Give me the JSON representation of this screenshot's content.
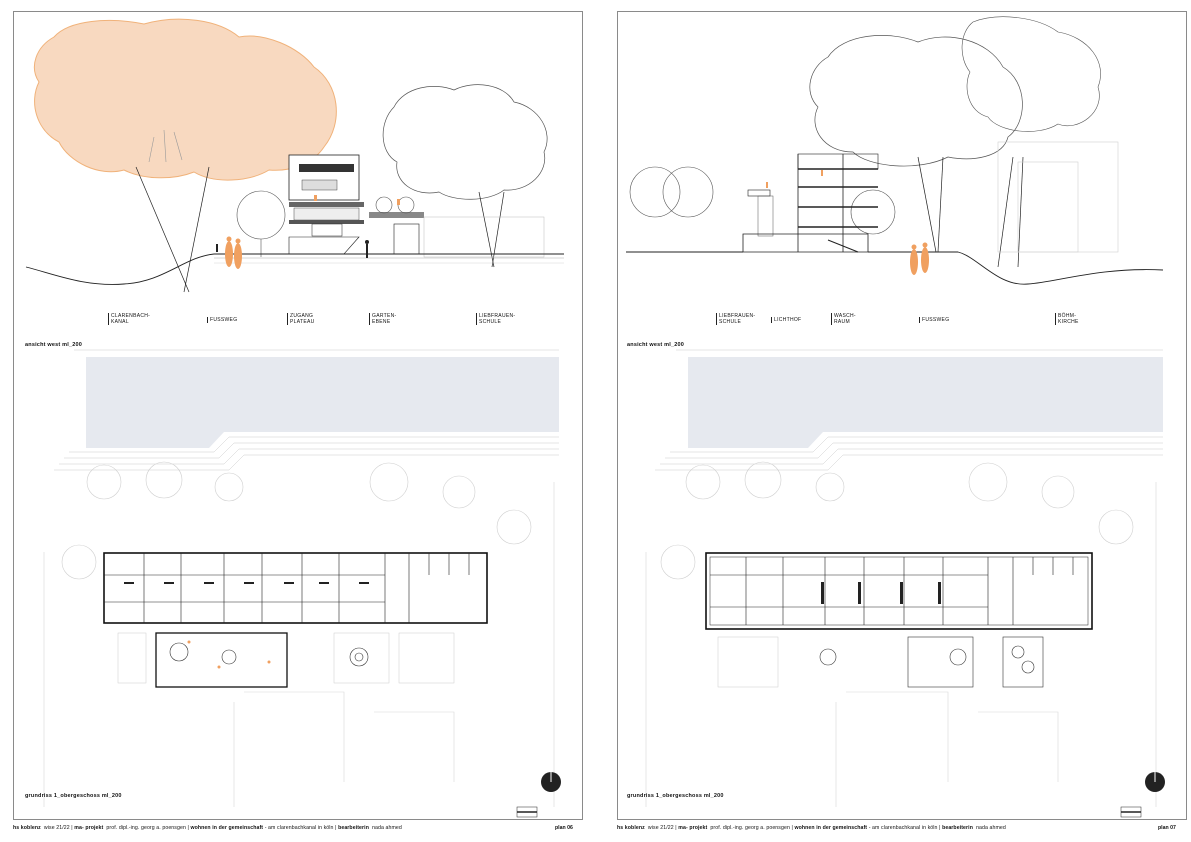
{
  "colors": {
    "accent": "#f0b27a",
    "accent_fill": "#f8d9c0",
    "water": "#e6e9ef",
    "line": "#222222",
    "faint": "#c8c8c8"
  },
  "sheets": [
    {
      "labels": [
        "CLARENBACH-\nKANAL",
        "FUSSWEG",
        "ZUGANG\nPLATEAU",
        "GARTEN-\nEBENE",
        "LIEBFRAUEN-\nSCHULE"
      ],
      "section_caption": "ansicht west ml_200",
      "plan_caption": "grundriss 1_obergeschoss ml_200",
      "plan_number": "plan 06"
    },
    {
      "labels": [
        "LIEBFRAUEN-\nSCHULE",
        "LICHTHOF",
        "WASCH-\nRAUM",
        "FUSSWEG",
        "BÖHM-\nKIRCHE"
      ],
      "section_caption": "ansicht west ml_200",
      "plan_caption": "grundriss 1_obergeschoss ml_200",
      "plan_number": "plan 07"
    }
  ],
  "footer": {
    "school": "hs koblenz",
    "semester": "wise 21/22",
    "project": "ma- projekt",
    "professor": "prof. dipl.-ing. georg a. poensgen",
    "title": "wohnen in der gemeinschaft",
    "subtitle": "- am clarenbachkanal in köln",
    "author_label": "bearbeiterin",
    "author": "nada ahmed"
  }
}
